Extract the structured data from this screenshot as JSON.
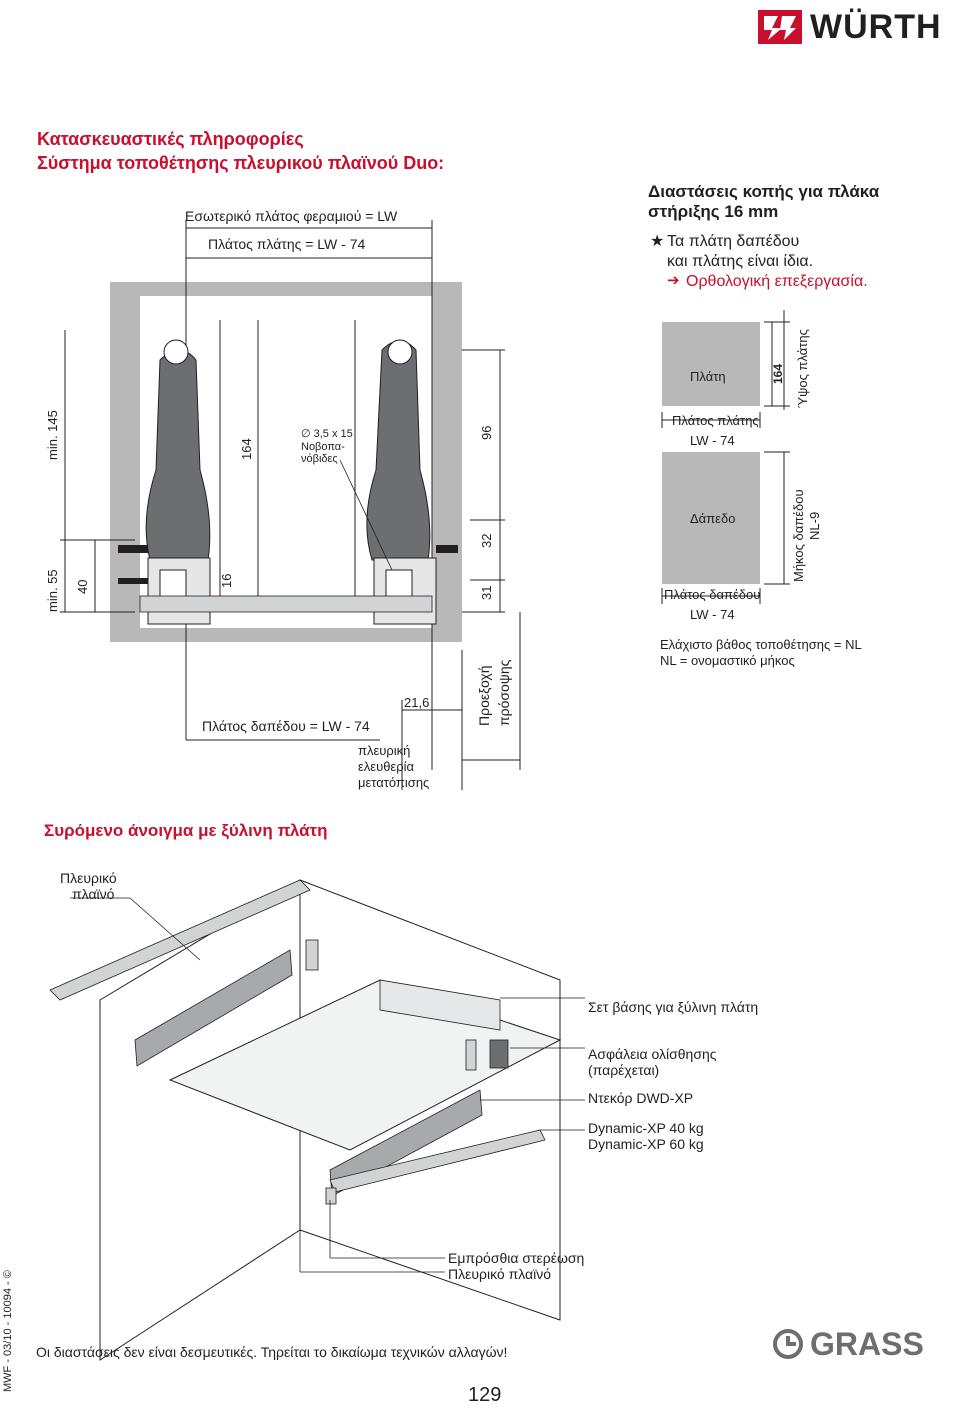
{
  "header": {
    "brand_wurth": "WÜRTH",
    "brand_grass": "GRASS"
  },
  "titles": {
    "line1": "Κατασκευαστικές πληροφορίες",
    "line2": "Σύστημα τοποθέτησης πλευρικού πλαϊνού Duo:",
    "section2": "Συρόμενο άνοιγμα με ξύλινη πλάτη"
  },
  "dims_left": {
    "inner_width": "Εσωτερικό πλάτος φεραμιού = LW",
    "back_width": "Πλάτος πλάτης = LW - 74",
    "min145": "min. 145",
    "min55": "min. 55",
    "d40": "40",
    "d164": "164",
    "d16": "16",
    "d96": "96",
    "d32": "32",
    "d31": "31",
    "d216": "21,6",
    "screws": "∅ 3,5 x 15",
    "screws2": "Νοβοπα-",
    "screws3": "νόβιδες",
    "floor_width": "Πλάτος δαπέδου = LW - 74",
    "side_free1": "πλευρική",
    "side_free2": "ελευθερία",
    "side_free3": "μετατόπισης",
    "overhang1": "Προεξοχή",
    "overhang2": "πρόσοψης"
  },
  "cut": {
    "title1": "Διαστάσεις κοπής για πλάκα",
    "title2": "στήριξης 16 mm",
    "star": "★",
    "note1": "Τα πλάτη δαπέδου",
    "note2": "και πλάτης είναι ίδια.",
    "arrow": "➔",
    "note3": "Ορθολογική επεξεργασία.",
    "back_label": "Πλάτη",
    "back_w_label": "Πλάτος πλάτης",
    "back_w_val": "LW - 74",
    "back_h_val": "164",
    "back_h_label": "Ύψος πλάτης",
    "floor_label": "Δάπεδο",
    "floor_len1": "Μήκος δαπέδου",
    "floor_len2": "NL-9",
    "floor_w_label": "Πλάτος δαπέδου",
    "floor_w_val": "LW - 74",
    "min_depth": "Ελάχιστο βάθος τοποθέτησης = NL",
    "nominal": "NL = ονομαστικό μήκος"
  },
  "explode": {
    "side_panel1": "Πλευρικό",
    "side_panel2": "πλαϊνό",
    "set_base": "Σετ βάσης για ξύλινη πλάτη",
    "lock1": "Ασφάλεια ολίσθησης",
    "lock2": "(παρέχεται)",
    "decor": "Ντεκόρ DWD-XP",
    "dyn40": "Dynamic-XP 40 kg",
    "dyn60": "Dynamic-XP 60 kg",
    "front1": "Εμπρόσθια στερέωση",
    "front2": "Πλευρικό πλαϊνό"
  },
  "footer": {
    "disclaimer": "Οι διαστάσεις δεν είναι δεσμευτικές. Τηρείται το δικαίωμα τεχνικών αλλαγών!",
    "code": "MWF - 03/10 - 10094 - ©",
    "page": "129"
  },
  "colors": {
    "accent": "#c8102e",
    "panel": "#b8b8b8",
    "text": "#231f20"
  }
}
